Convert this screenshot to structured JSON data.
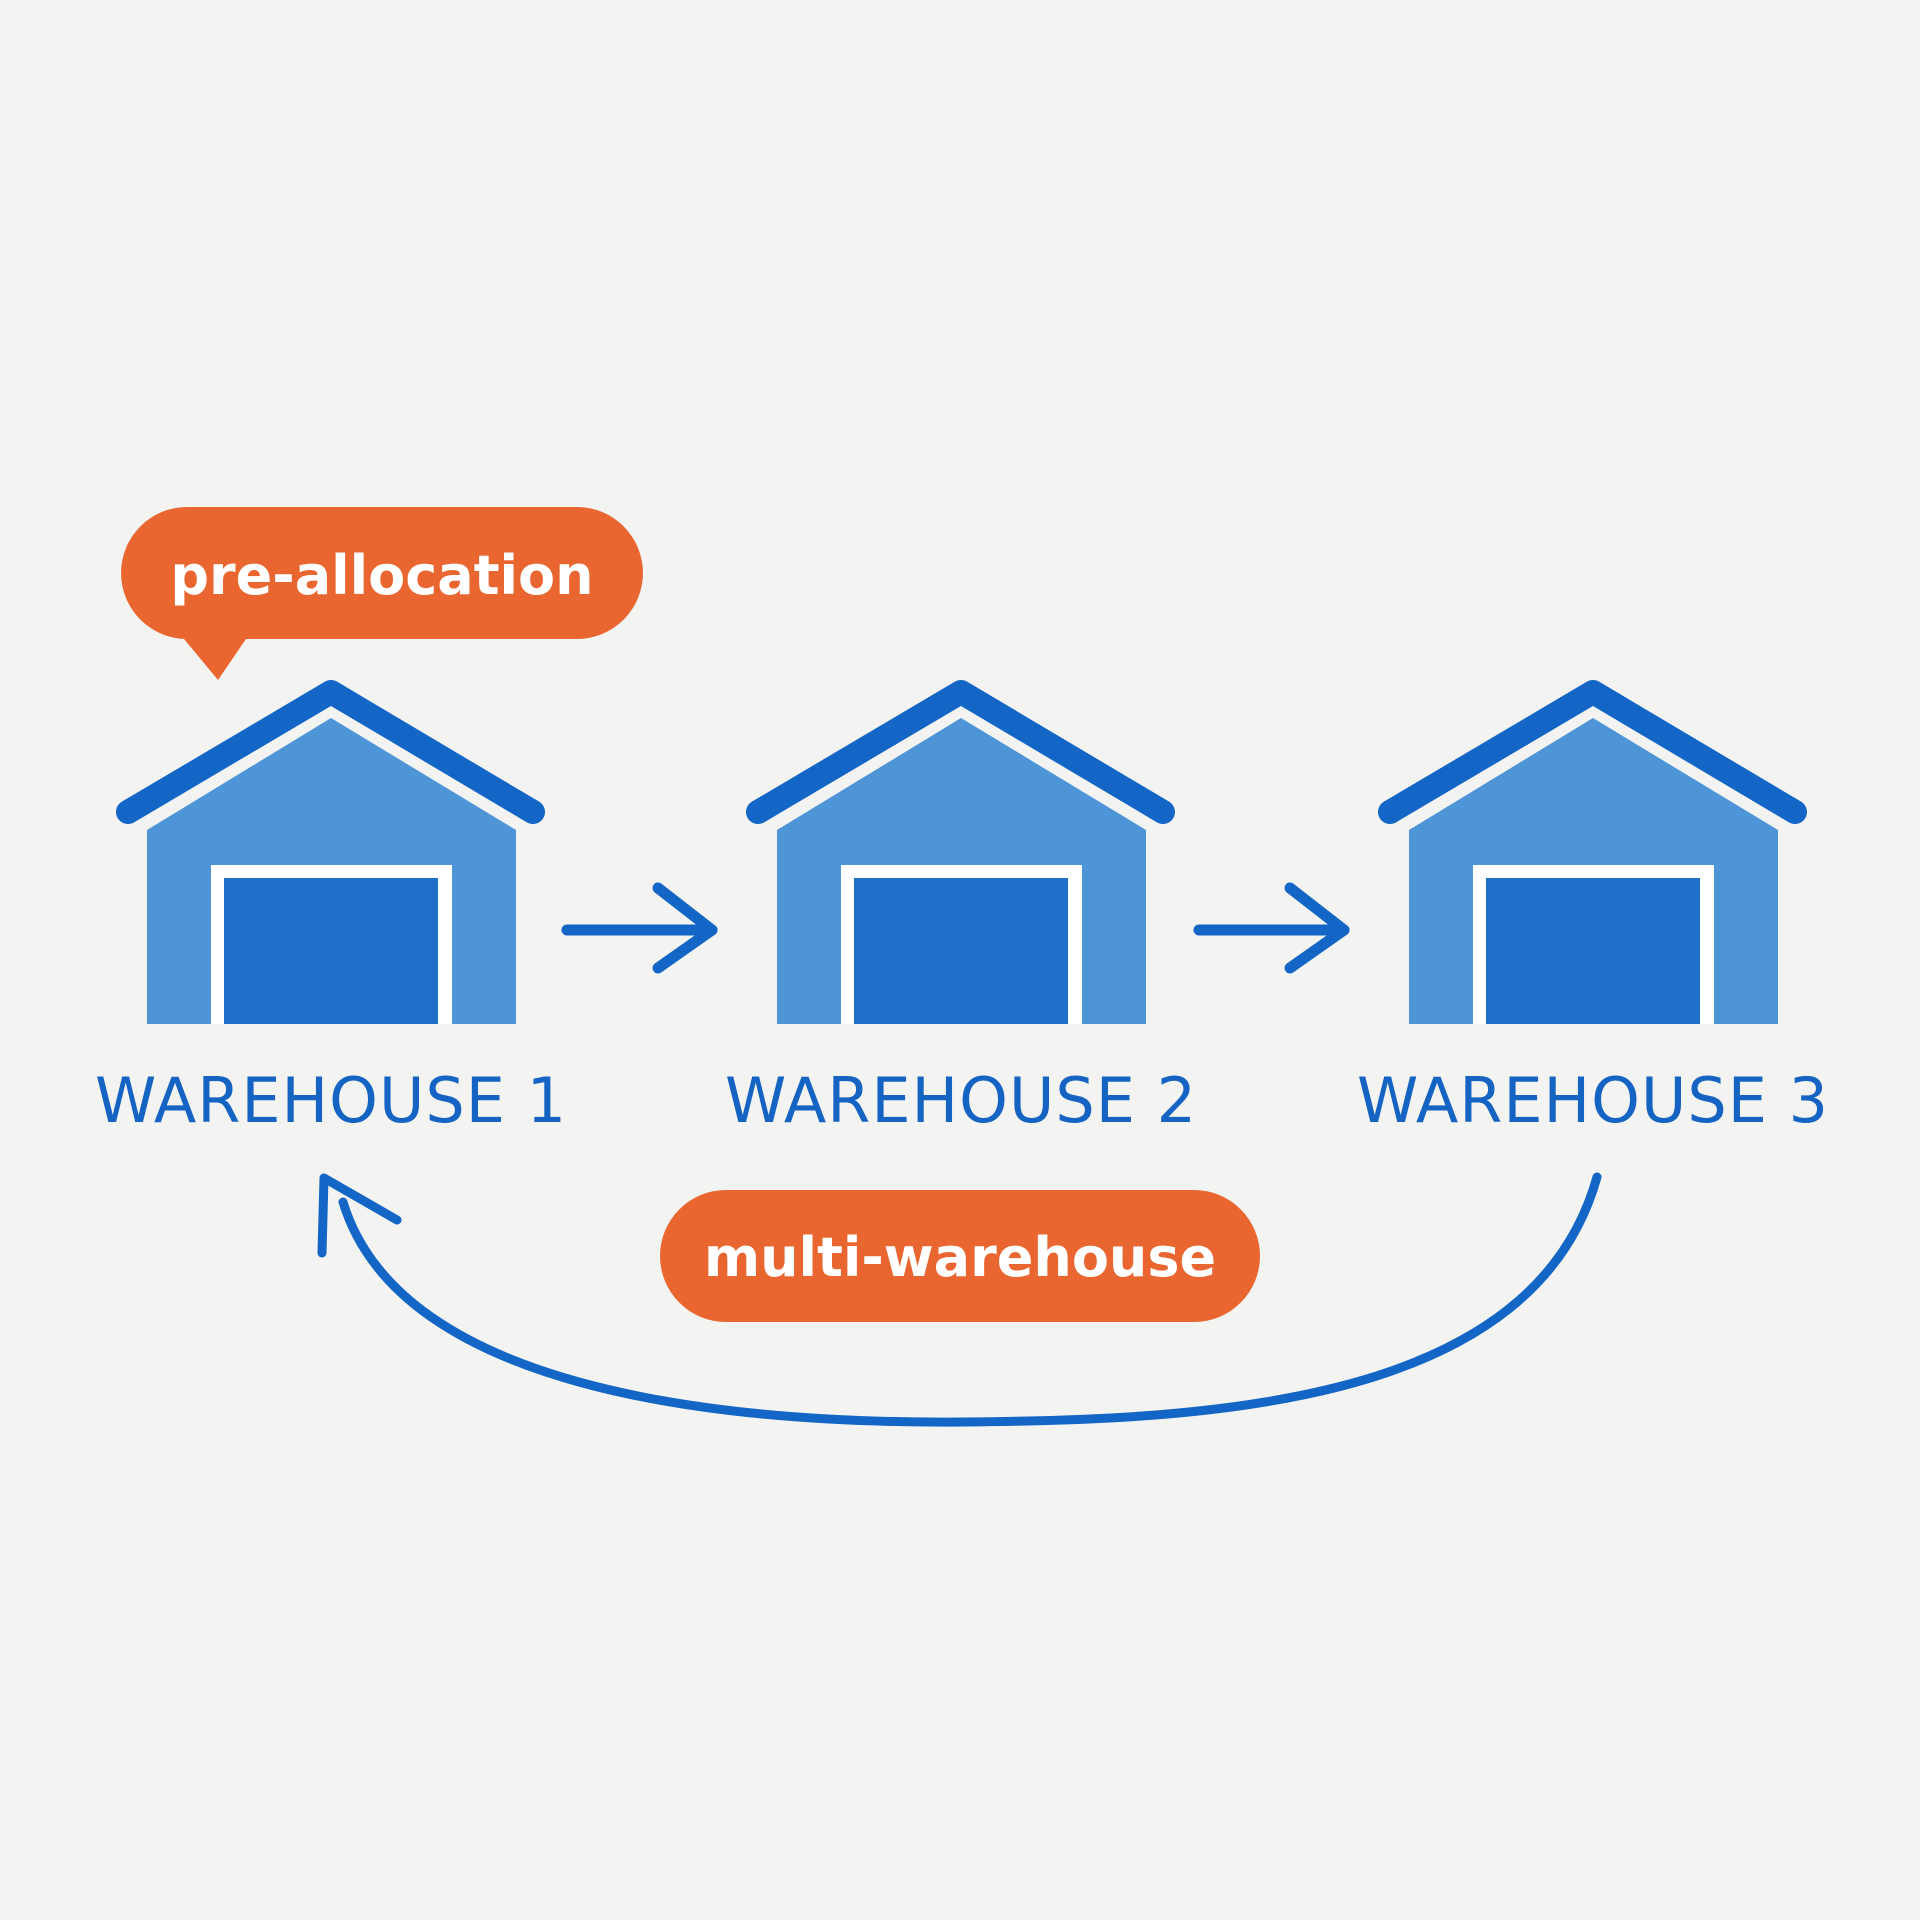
{
  "colors": {
    "background": "#f3f3f2",
    "roof": "#1366c6",
    "wall": "#4d95d6",
    "door": "#1f70c8",
    "door_frame": "#ffffff",
    "label": "#1563c2",
    "badge": "#ea6630",
    "badge_text": "#ffffff",
    "arrow": "#1366c6"
  },
  "badges": {
    "pre_allocation": "pre-allocation",
    "multi_warehouse": "multi-warehouse"
  },
  "warehouses": [
    {
      "label": "WAREHOUSE 1",
      "icon": "warehouse-icon"
    },
    {
      "label": "WAREHOUSE 2",
      "icon": "warehouse-icon"
    },
    {
      "label": "WAREHOUSE 3",
      "icon": "warehouse-icon"
    }
  ],
  "edges": [
    {
      "from": "WAREHOUSE 1",
      "to": "WAREHOUSE 2"
    },
    {
      "from": "WAREHOUSE 2",
      "to": "WAREHOUSE 3"
    },
    {
      "from": "WAREHOUSE 3",
      "to": "WAREHOUSE 1",
      "label": "multi-warehouse"
    }
  ]
}
